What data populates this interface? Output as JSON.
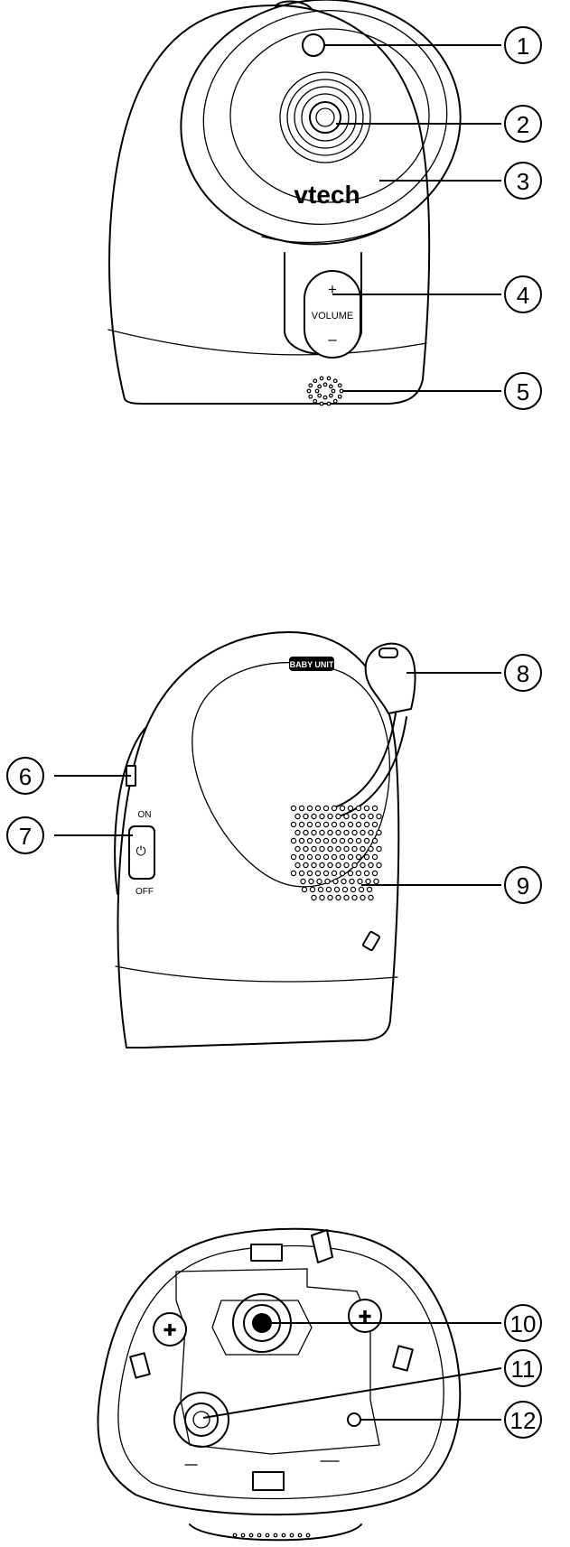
{
  "front_view": {
    "logo": "vtech",
    "volume_plus": "+",
    "volume_label": "VOLUME",
    "volume_minus": "–",
    "callouts": [
      "1",
      "2",
      "3",
      "4",
      "5"
    ]
  },
  "side_view": {
    "badge": "BABY UNIT",
    "switch_on": "ON",
    "switch_off": "OFF",
    "callouts": [
      "6",
      "7",
      "8",
      "9"
    ]
  },
  "bottom_view": {
    "callouts": [
      "10",
      "11",
      "12"
    ]
  }
}
